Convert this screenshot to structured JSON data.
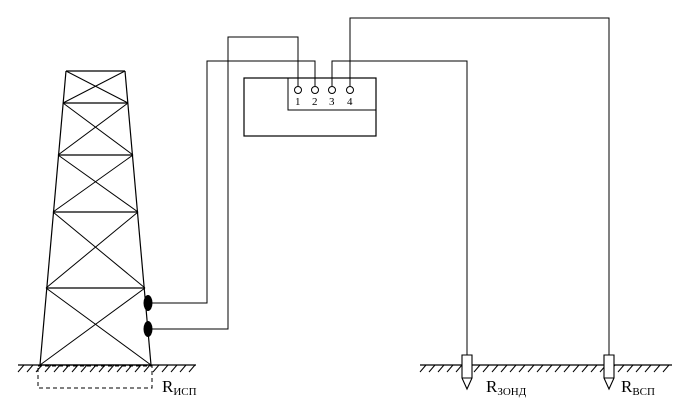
{
  "meter": {
    "terminals": [
      "1",
      "2",
      "3",
      "4"
    ]
  },
  "labels": {
    "r_test_main": "R",
    "r_test_sub": "ИСП",
    "r_probe_main": "R",
    "r_probe_sub": "ЗОНД",
    "r_aux_main": "R",
    "r_aux_sub": "ВСП"
  }
}
